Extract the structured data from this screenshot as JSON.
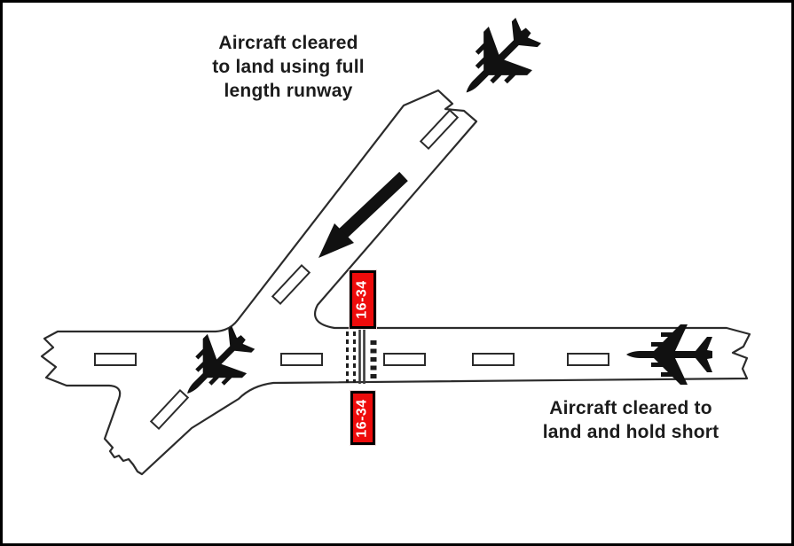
{
  "captions": {
    "full_length": [
      "Aircraft cleared",
      "to land using full",
      "length runway"
    ],
    "hold_short": [
      "Aircraft cleared to",
      "land and hold short"
    ]
  },
  "signs": {
    "north": "16-34",
    "south": "16-34"
  },
  "colors": {
    "sign_red": "#ee0b0b",
    "sign_text": "#ffffff",
    "outline": "#2b2b2b",
    "ink": "#111111",
    "background": "#ffffff"
  },
  "icons": {
    "aircraft_full_length": "airplane-icon",
    "aircraft_rollout": "airplane-icon",
    "aircraft_hold_short": "airplane-icon",
    "landing_direction": "arrow-down-left-icon"
  }
}
